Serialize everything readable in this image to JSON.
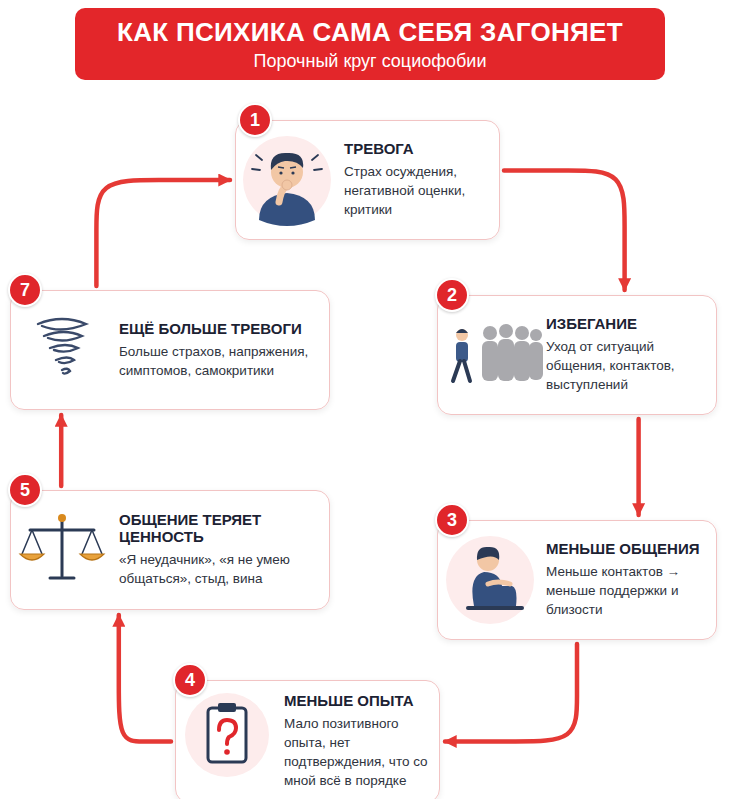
{
  "diagram": {
    "title": "КАК ПСИХИКА САМА СЕБЯ ЗАГОНЯЕТ",
    "nodes": [
      {
        "text": [
          "ТРЕВОГА",
          "Страх осуждения, негативной оценки, критики"
        ]
      },
      {
        "text": [
          "ИЗБЕГАНИЕ",
          "Уход от ситуаций общения, контактов, выступлений"
        ]
      },
      {
        "text": [
          "МЕНЬШЕ ОБЩЕНИЯ",
          "Меньше контактов → меньше поддержки и близости"
        ]
      },
      {
        "text": [
          "МЕНЬШЕ ОПЫТА",
          "Мало позитивного опыта, нет подтверждения, что со мной всё в порядке"
        ]
      },
      {
        "text": [
          "ОБЩЕНИЕ ТЕРЯЕТ ЦЕННОСТЬ",
          "«Я неудачник», «я не умею общаться», стыд, вина"
        ]
      },
      {
        "text": [
          "ЕЩЁ БОЛЬШЕ ТРЕВОГИ",
          "Больше страхов, напряжения, симптомов, самокритики"
        ]
      }
    ],
    "edges": [
      {
        "from": 0,
        "to": 1,
        "arrow": "to"
      },
      {
        "from": 1,
        "to": 2,
        "arrow": "to"
      },
      {
        "from": 2,
        "to": 3,
        "arrow": "to"
      },
      {
        "from": 3,
        "to": 4,
        "arrow": "to"
      },
      {
        "from": 4,
        "to": 5,
        "arrow": "to"
      },
      {
        "from": 5,
        "to": 0,
        "arrow": "to"
      }
    ],
    "labels": [
      "Порочный круг социофобии",
      "1",
      "2",
      "3",
      "4",
      "5",
      "7"
    ]
  }
}
